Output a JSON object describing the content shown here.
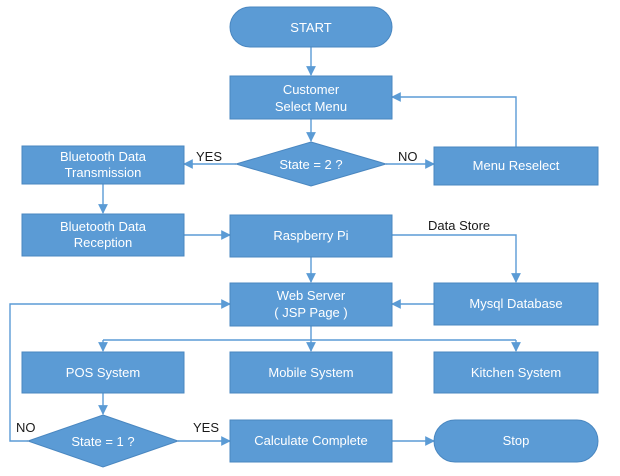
{
  "nodes": {
    "start": {
      "lines": [
        "START"
      ]
    },
    "customer_select_menu": {
      "lines": [
        "Customer",
        "Select Menu"
      ]
    },
    "state2": {
      "lines": [
        "State = 2 ?"
      ]
    },
    "bt_transmission": {
      "lines": [
        "Bluetooth Data",
        "Transmission"
      ]
    },
    "menu_reselect": {
      "lines": [
        "Menu Reselect"
      ]
    },
    "bt_reception": {
      "lines": [
        "Bluetooth Data",
        "Reception"
      ]
    },
    "raspberry_pi": {
      "lines": [
        "Raspberry Pi"
      ]
    },
    "web_server": {
      "lines": [
        "Web Server",
        "( JSP Page )"
      ]
    },
    "mysql": {
      "lines": [
        "Mysql Database"
      ]
    },
    "pos": {
      "lines": [
        "POS System"
      ]
    },
    "mobile": {
      "lines": [
        "Mobile System"
      ]
    },
    "kitchen": {
      "lines": [
        "Kitchen System"
      ]
    },
    "state1": {
      "lines": [
        "State = 1 ?"
      ]
    },
    "calculate": {
      "lines": [
        "Calculate Complete"
      ]
    },
    "stop": {
      "lines": [
        "Stop"
      ]
    }
  },
  "edge_labels": {
    "state2_yes": "YES",
    "state2_no": "NO",
    "data_store": "Data Store",
    "state1_no": "NO",
    "state1_yes": "YES"
  },
  "colors": {
    "box": "#5b9bd5",
    "line": "#5b9bd5",
    "text": "#ffffff"
  }
}
